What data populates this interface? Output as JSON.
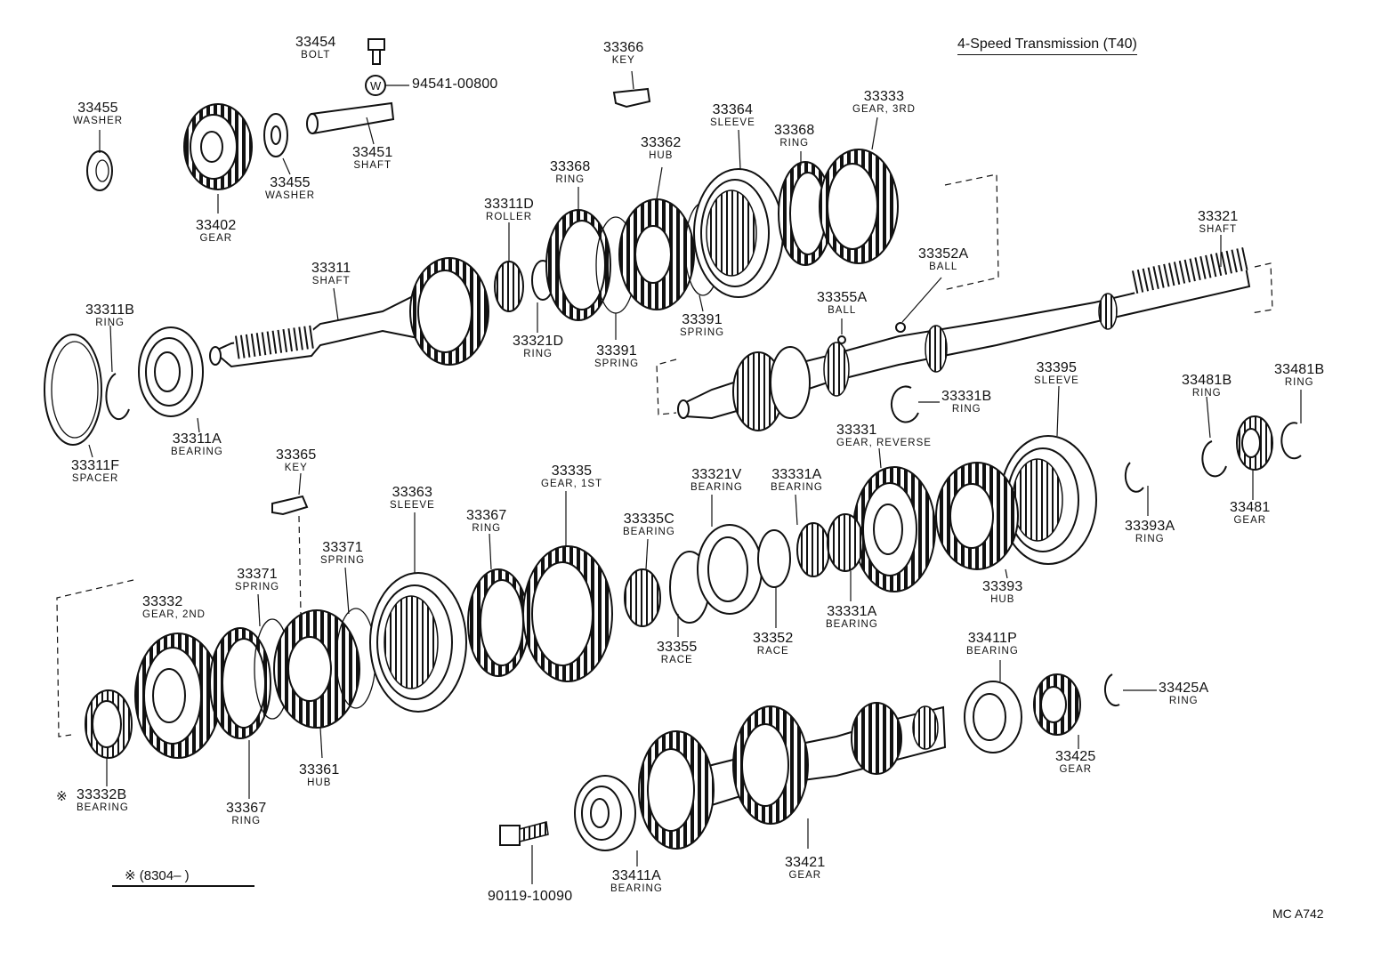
{
  "title": "4-Speed Transmission (T40)",
  "diagram_code": "MC A742",
  "footnote": {
    "symbol": "※",
    "text": "(8304–        )"
  },
  "washer_marker": "W",
  "parts": [
    {
      "id": "p33454",
      "number": "33454",
      "name": "BOLT"
    },
    {
      "id": "p94541",
      "number": "94541-00800",
      "name": ""
    },
    {
      "id": "p33366",
      "number": "33366",
      "name": "KEY"
    },
    {
      "id": "p33455a",
      "number": "33455",
      "name": "WASHER"
    },
    {
      "id": "p33455b",
      "number": "33455",
      "name": "WASHER"
    },
    {
      "id": "p33402",
      "number": "33402",
      "name": "GEAR"
    },
    {
      "id": "p33451",
      "number": "33451",
      "name": "SHAFT"
    },
    {
      "id": "p33364",
      "number": "33364",
      "name": "SLEEVE"
    },
    {
      "id": "p33333",
      "number": "33333",
      "name": "GEAR, 3RD"
    },
    {
      "id": "p33368a",
      "number": "33368",
      "name": "RING"
    },
    {
      "id": "p33362",
      "number": "33362",
      "name": "HUB"
    },
    {
      "id": "p33368b",
      "number": "33368",
      "name": "RING"
    },
    {
      "id": "p33311D",
      "number": "33311D",
      "name": "ROLLER"
    },
    {
      "id": "p33321",
      "number": "33321",
      "name": "SHAFT"
    },
    {
      "id": "p33352A",
      "number": "33352A",
      "name": "BALL"
    },
    {
      "id": "p33311",
      "number": "33311",
      "name": "SHAFT"
    },
    {
      "id": "p33355A",
      "number": "33355A",
      "name": "BALL"
    },
    {
      "id": "p33391a",
      "number": "33391",
      "name": "SPRING"
    },
    {
      "id": "p33391b",
      "number": "33391",
      "name": "SPRING"
    },
    {
      "id": "p33321D",
      "number": "33321D",
      "name": "RING"
    },
    {
      "id": "p33311B",
      "number": "33311B",
      "name": "RING"
    },
    {
      "id": "p33311A",
      "number": "33311A",
      "name": "BEARING"
    },
    {
      "id": "p33311F",
      "number": "33311F",
      "name": "SPACER"
    },
    {
      "id": "p33331B",
      "number": "33331B",
      "name": "RING"
    },
    {
      "id": "p33395",
      "number": "33395",
      "name": "SLEEVE"
    },
    {
      "id": "p33481Ba",
      "number": "33481B",
      "name": "RING"
    },
    {
      "id": "p33481Bb",
      "number": "33481B",
      "name": "RING"
    },
    {
      "id": "p33481",
      "number": "33481",
      "name": "GEAR"
    },
    {
      "id": "p33331",
      "number": "33331",
      "name": "GEAR, REVERSE"
    },
    {
      "id": "p33365",
      "number": "33365",
      "name": "KEY"
    },
    {
      "id": "p33335",
      "number": "33335",
      "name": "GEAR, 1ST"
    },
    {
      "id": "p33363",
      "number": "33363",
      "name": "SLEEVE"
    },
    {
      "id": "p33321V",
      "number": "33321V",
      "name": "BEARING"
    },
    {
      "id": "p33331Aa",
      "number": "33331A",
      "name": "BEARING"
    },
    {
      "id": "p33367a",
      "number": "33367",
      "name": "RING"
    },
    {
      "id": "p33335C",
      "number": "33335C",
      "name": "BEARING"
    },
    {
      "id": "p33371a",
      "number": "33371",
      "name": "SPRING"
    },
    {
      "id": "p33371b",
      "number": "33371",
      "name": "SPRING"
    },
    {
      "id": "p33393A",
      "number": "33393A",
      "name": "RING"
    },
    {
      "id": "p33393",
      "number": "33393",
      "name": "HUB"
    },
    {
      "id": "p33332",
      "number": "33332",
      "name": "GEAR, 2ND"
    },
    {
      "id": "p33331Ab",
      "number": "33331A",
      "name": "BEARING"
    },
    {
      "id": "p33355",
      "number": "33355",
      "name": "RACE"
    },
    {
      "id": "p33352",
      "number": "33352",
      "name": "RACE"
    },
    {
      "id": "p33411P",
      "number": "33411P",
      "name": "BEARING"
    },
    {
      "id": "p33425A",
      "number": "33425A",
      "name": "RING"
    },
    {
      "id": "p33361",
      "number": "33361",
      "name": "HUB"
    },
    {
      "id": "p33425",
      "number": "33425",
      "name": "GEAR"
    },
    {
      "id": "p33332B",
      "number": "33332B",
      "name": "BEARING"
    },
    {
      "id": "p33367b",
      "number": "33367",
      "name": "RING"
    },
    {
      "id": "p33421",
      "number": "33421",
      "name": "GEAR"
    },
    {
      "id": "p33411A",
      "number": "33411A",
      "name": "BEARING"
    },
    {
      "id": "p90119",
      "number": "90119-10090",
      "name": ""
    }
  ]
}
